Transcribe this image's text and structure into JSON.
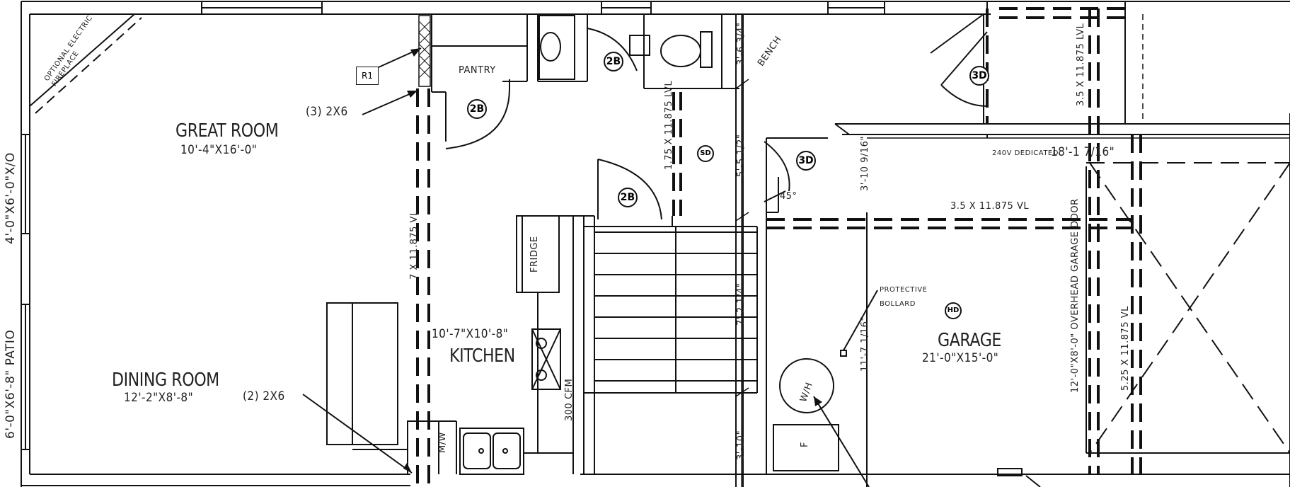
{
  "rooms": {
    "great_room": {
      "name": "GREAT ROOM",
      "size": "10'-4\"X16'-0\""
    },
    "dining_room": {
      "name": "DINING ROOM",
      "size": "12'-2\"X8'-8\""
    },
    "kitchen": {
      "name": "KITCHEN",
      "size": "10'-7\"X10'-8\""
    },
    "garage": {
      "name": "GARAGE",
      "size": "21'-0\"X15'-0\""
    },
    "pantry": {
      "name": "PANTRY"
    }
  },
  "fixtures": {
    "fireplace": "OPTIONAL ELECTRIC FIREPLACE",
    "fridge": "FRIDGE",
    "bench": "BENCH",
    "mw": "M/W",
    "hood": "300 CFM",
    "water_heater": "W/H",
    "furnace": "F",
    "bollard": "PROTECTIVE BOLLARD",
    "dedicated": "240V DEDICATED"
  },
  "windows": {
    "left_upper": "4'-0\"X6'-0\"X/O",
    "left_lower": "6'-0\"X6'-8\" PATIO"
  },
  "structure": {
    "tag_r1": "R1",
    "two_by_six_3": "(3) 2X6",
    "two_by_six_2": "(2) 2X6",
    "beam_7x": "7 X 11.875 VL",
    "beam_175": "1.75 X 11.875 LVL",
    "beam_35_vl": "3.5 X 11.875 VL",
    "beam_35_lvl": "3.5 X 11.875 LVL",
    "beam_525": "5.25 X 11.875 VL",
    "garage_door": "12'-0\"X8'-0\" OVERHEAD GARAGE DOOR"
  },
  "dimensions": {
    "d1": "3'-6 3/4\"",
    "d2": "5'-5 1/2\"",
    "d3": "7'-2 1/4\"",
    "d4": "3'-10\"",
    "d5": "3'-10 9/16\"",
    "d6": "18'-1 7/16\"",
    "d7": "11'-7 1/16\"",
    "angle": "45°"
  },
  "symbols": {
    "door_2b": "2B",
    "door_3d": "3D",
    "sd": "SD",
    "hd": "HD"
  }
}
